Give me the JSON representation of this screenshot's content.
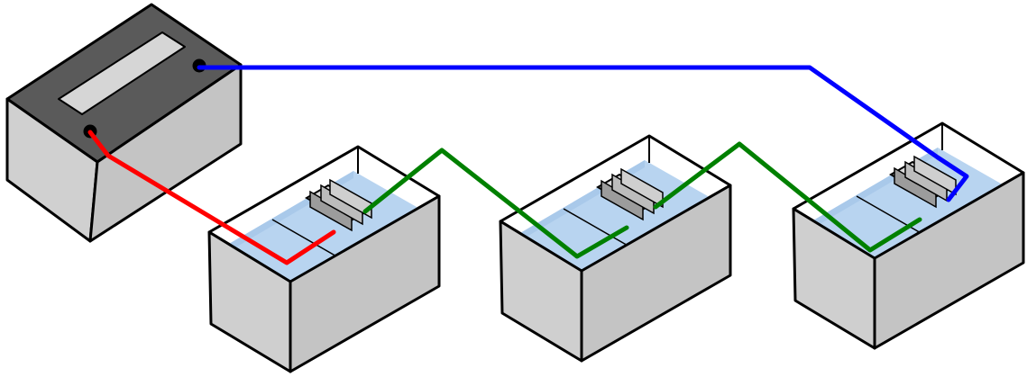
{
  "diagram": {
    "components": [
      "battery",
      "electrolytic-cell-1",
      "electrolytic-cell-2",
      "electrolytic-cell-3"
    ],
    "wires": [
      {
        "from": "battery-positive-terminal",
        "to": "electrolytic-cell-3",
        "color": "#0000ff"
      },
      {
        "from": "battery-negative-terminal",
        "to": "electrolytic-cell-1",
        "color": "#ff0000"
      },
      {
        "from": "electrolytic-cell-1",
        "to": "electrolytic-cell-2",
        "color": "#008000"
      },
      {
        "from": "electrolytic-cell-2",
        "to": "electrolytic-cell-3",
        "color": "#008000"
      }
    ]
  },
  "colors": {
    "battery_top": "#5a5a5a",
    "battery_side": "#d0d0d0",
    "box_side": "#cfcfcf",
    "liquid": "#b8d4f0",
    "outline": "#000000"
  }
}
